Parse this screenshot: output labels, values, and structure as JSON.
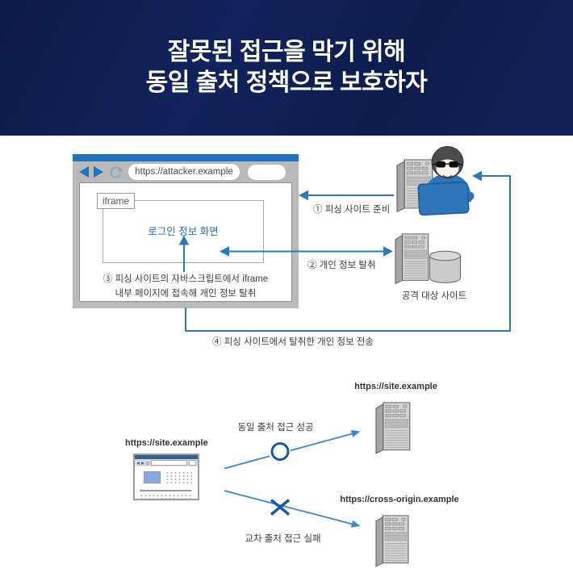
{
  "header": {
    "title_line1": "잘못된 접근을 막기 위해",
    "title_line2": "동일 출처 정책으로 보호하자"
  },
  "phishing": {
    "browser": {
      "url": "https://attacker.example",
      "iframe_label": "iframe",
      "iframe_content": "로그인 정보 화면"
    },
    "steps": {
      "step1": "① 피싱 사이트 준비",
      "step2": "② 개인 정보 탈취",
      "step3_line1": "③ 피싱 사이트의 자바스크립트에서 iframe",
      "step3_line2": "내부 페이지에 접속해 개인 정보 탈취",
      "step4": "④ 피싱 사이트에서 탈취한 개인 정보 전송"
    },
    "target_server_label": "공격 대상 사이트"
  },
  "sop": {
    "browser_label": "https://site.example",
    "same_origin": {
      "label": "동일 출처 접근 성공",
      "server_label": "https://site.example",
      "result_icon": "circle-success"
    },
    "cross_origin": {
      "label": "교차 출처 접근 실패",
      "server_label": "https://cross-origin.example",
      "result_icon": "x-fail"
    }
  },
  "icons": {
    "back": "left-triangle",
    "forward": "right-triangle",
    "refresh": "circular-arrow",
    "attacker": "hacker-with-laptop",
    "server": "server-tower",
    "database": "database-cylinder",
    "success_mark": "circle-outline",
    "fail_mark": "x-mark"
  },
  "colors": {
    "header_bg": "#0e1d4d",
    "header_text": "#ffffff",
    "accent_blue": "#2a78c0",
    "browser_titlebar": "#2173bd",
    "toolbar_gray": "#b9b9b9",
    "result_mark": "#1458a6"
  }
}
